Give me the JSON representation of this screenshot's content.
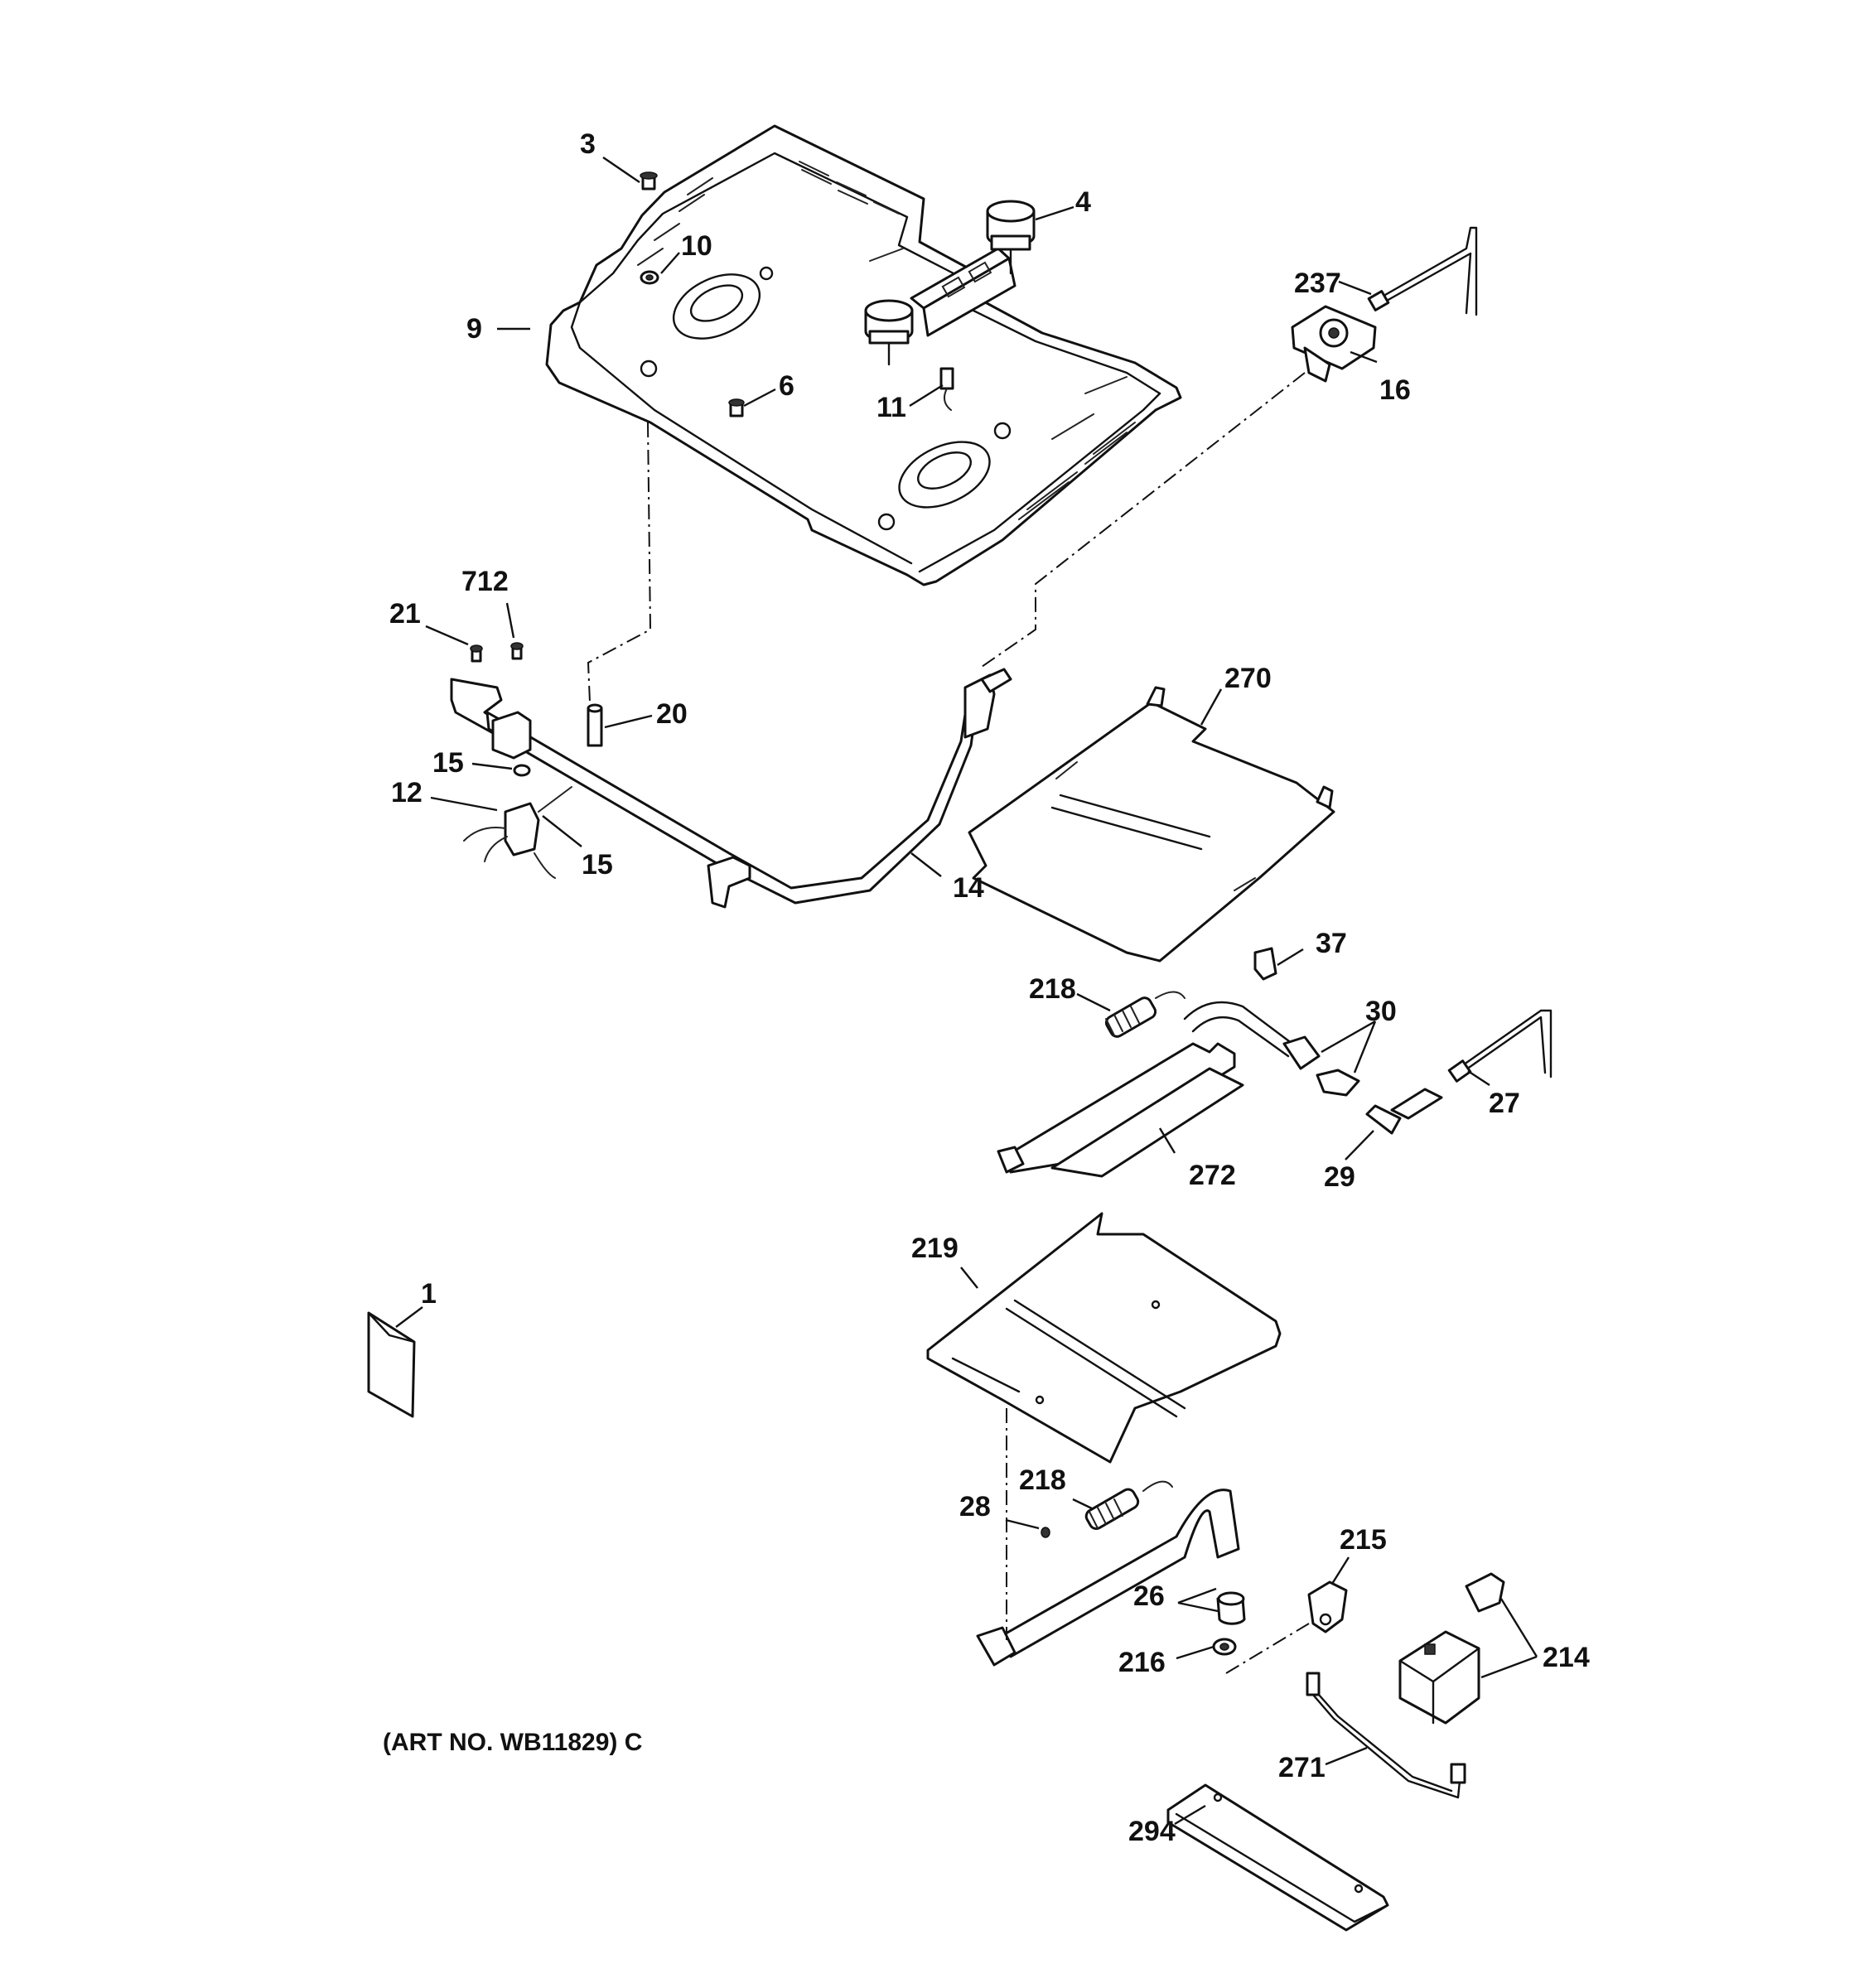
{
  "callouts": {
    "c3": "3",
    "c4": "4",
    "c10": "10",
    "c9": "9",
    "c237": "237",
    "c16": "16",
    "c6": "6",
    "c11": "11",
    "c712": "712",
    "c21": "21",
    "c20": "20",
    "c270": "270",
    "c15a": "15",
    "c12": "12",
    "c15b": "15",
    "c14": "14",
    "c37": "37",
    "c218a": "218",
    "c30": "30",
    "c27": "27",
    "c272": "272",
    "c29": "29",
    "c219": "219",
    "c1": "1",
    "c218b": "218",
    "c28": "28",
    "c215": "215",
    "c26": "26",
    "c216": "216",
    "c214": "214",
    "c271": "271",
    "c294": "294"
  },
  "art_number": "(ART NO. WB11829) C"
}
